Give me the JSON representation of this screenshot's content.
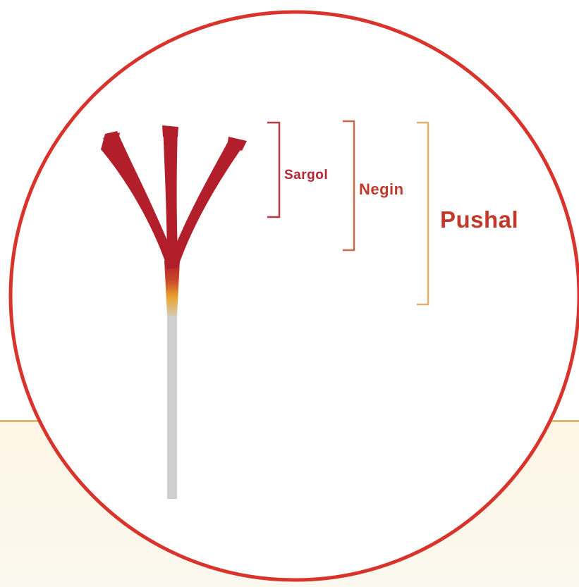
{
  "labels": {
    "sargol": "Sargol",
    "negin": "Negin",
    "pushal": "Pushal"
  },
  "colors": {
    "circle": "#d8342c",
    "stigma": "#b21e2a",
    "style_transition": "#e8a12c",
    "style": "#cfcfcf",
    "sargol_text": "#b32530",
    "negin_text": "#c0392b",
    "pushal_text": "#c0392b",
    "sargol_bracket": "#b83a44",
    "negin_bracket": "#c86a4a",
    "pushal_bracket": "#dfb070",
    "divider_line": "#d9b878",
    "bottom_band": "#fdf6e6"
  }
}
